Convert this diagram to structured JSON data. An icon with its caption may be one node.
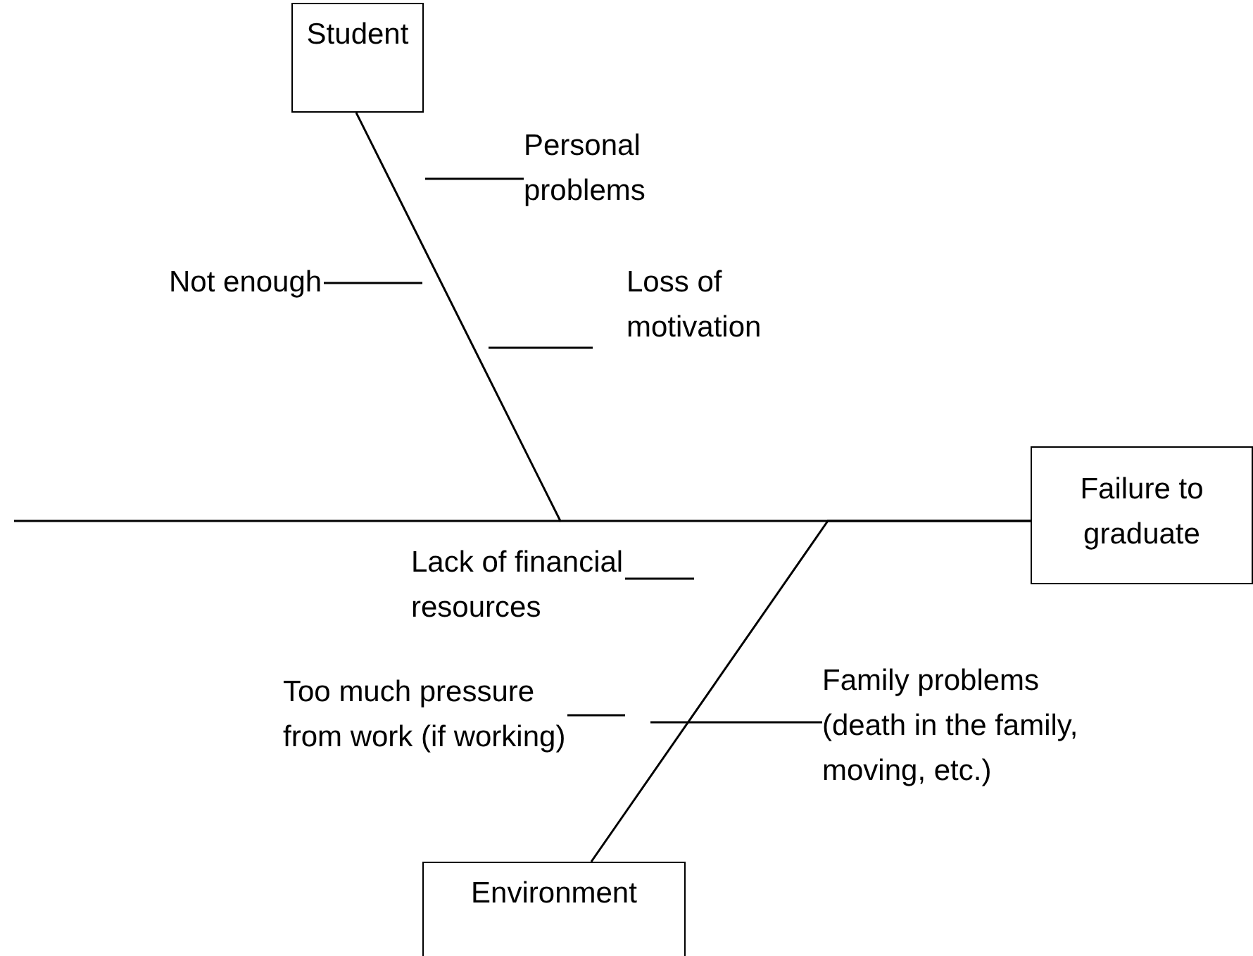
{
  "diagram": {
    "nodes": [
      {
        "text": [
          "Student"
        ]
      },
      {
        "text": [
          "Failure to graduate"
        ]
      },
      {
        "text": [
          "Environment"
        ]
      },
      {
        "text": [
          "Personal problems"
        ]
      },
      {
        "text": [
          "Not enough"
        ]
      },
      {
        "text": [
          "Loss of motivation"
        ]
      },
      {
        "text": [
          "Lack of financial resources"
        ]
      },
      {
        "text": [
          "Too much pressure from work (if working)"
        ]
      },
      {
        "text": [
          "Family problems (death in the family, moving, etc.)"
        ]
      }
    ],
    "edges": [
      {
        "from": 0,
        "to": 1,
        "arrow": "none"
      },
      {
        "from": 2,
        "to": 1,
        "arrow": "none"
      },
      {
        "from": 3,
        "to": null,
        "arrow": "none"
      },
      {
        "from": 4,
        "to": null,
        "arrow": "none"
      },
      {
        "from": 5,
        "to": null,
        "arrow": "none"
      },
      {
        "from": 6,
        "to": null,
        "arrow": "none"
      },
      {
        "from": 7,
        "to": null,
        "arrow": "none"
      },
      {
        "from": 8,
        "to": null,
        "arrow": "none"
      }
    ]
  }
}
